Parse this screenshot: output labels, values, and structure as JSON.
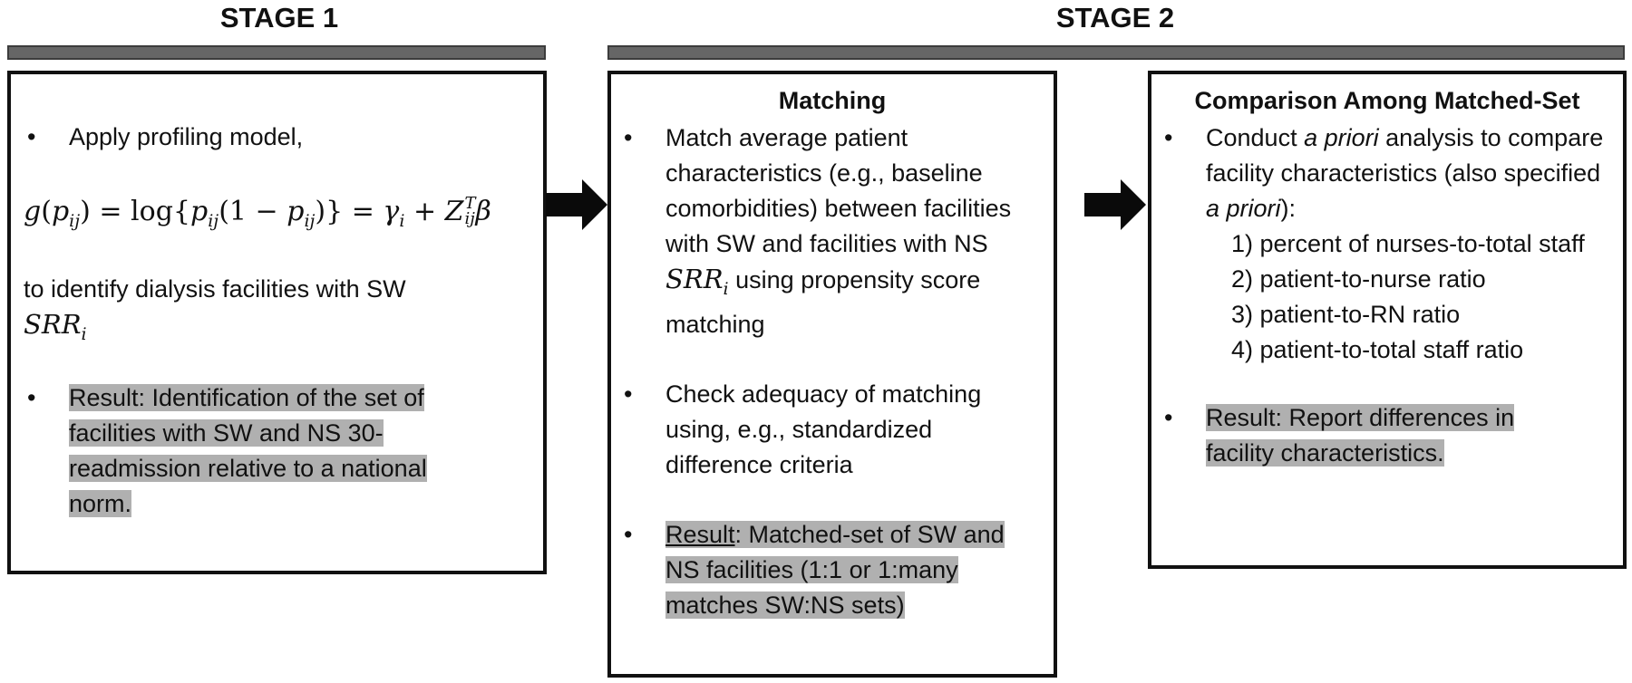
{
  "stage1": {
    "title": "STAGE 1",
    "bullet1": "Apply profiling model,",
    "equation": {
      "lhs_fn": "g",
      "p": "p",
      "ij": "ij",
      "log": "log",
      "one": "1",
      "gamma": "γ",
      "i": "i",
      "Z": "Z",
      "T": "T",
      "beta": "β"
    },
    "para": "to identify dialysis facilities with SW",
    "srr_base": "SRR",
    "srr_sub": "i",
    "result": "Result: Identification of the set of facilities with SW and NS 30-readmission relative to a national norm."
  },
  "stage2": {
    "title": "STAGE 2",
    "matching": {
      "heading": "Matching",
      "bullet1_a": "Match average patient characteristics (e.g., baseline comorbidities) between facilities with SW and facilities with NS",
      "srr_base": "SRR",
      "srr_sub": "i",
      "bullet1_b": "using propensity score matching",
      "bullet2": "Check adequacy of matching using, e.g., standardized difference criteria",
      "result_label": "Result",
      "result_text": ": Matched-set of SW and NS facilities (1:1 or 1:many matches SW:NS sets)"
    },
    "comparison": {
      "heading": "Comparison Among Matched-Set",
      "bullet1_pre": "Conduct ",
      "bullet1_em": "a priori",
      "bullet1_mid": " analysis to compare facility characteristics (also specified ",
      "bullet1_em2": "a priori",
      "bullet1_end": "):",
      "items": [
        "1) percent of nurses-to-total staff",
        "2) patient-to-nurse ratio",
        "3) patient-to-RN ratio",
        "4) patient-to-total staff ratio"
      ],
      "result": "Result: Report differences in facility characteristics."
    }
  }
}
